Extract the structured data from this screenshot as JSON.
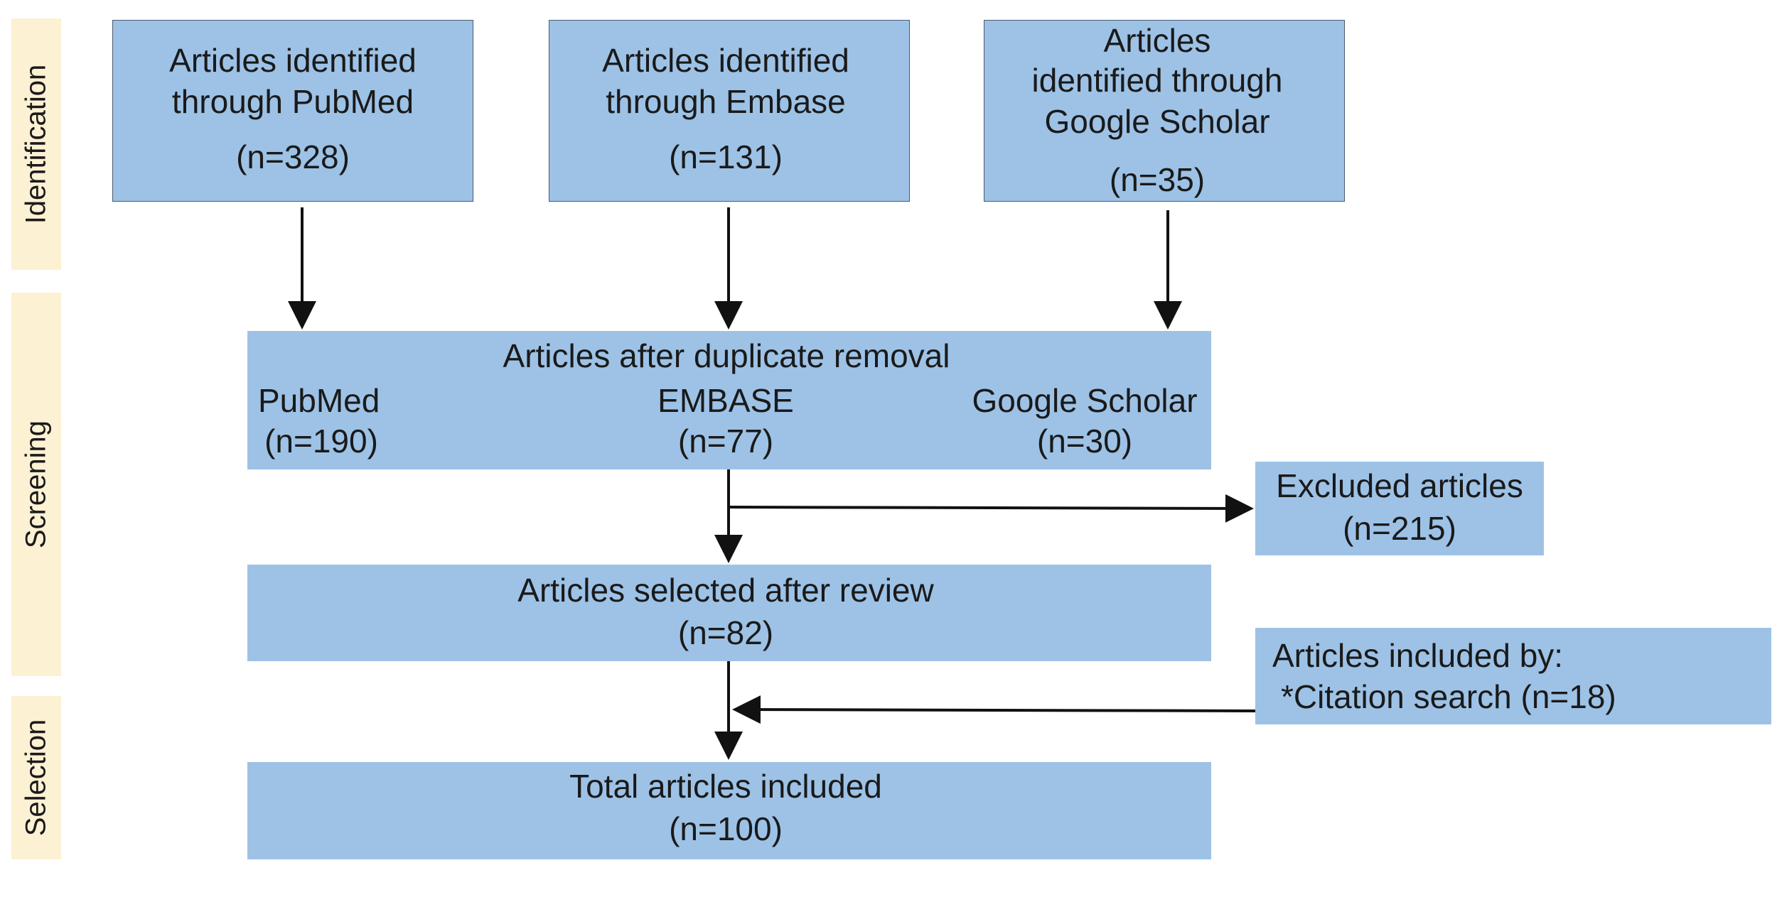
{
  "phases": {
    "identification": "Identification",
    "screening": "Screening",
    "selection": "Selection"
  },
  "sources": {
    "pubmed": {
      "line1": "Articles identified",
      "line2": "through PubMed",
      "count": "(n=328)"
    },
    "embase": {
      "line1": "Articles identified",
      "line2": "through Embase",
      "count": "(n=131)"
    },
    "scholar": {
      "line1": "Articles",
      "line2": "identified through",
      "line3": "Google Scholar",
      "count": "(n=35)"
    }
  },
  "dedup": {
    "title": "Articles after duplicate removal",
    "pubmed_label": "PubMed",
    "pubmed_count": "(n=190)",
    "embase_label": "EMBASE",
    "embase_count": "(n=77)",
    "scholar_label": "Google Scholar",
    "scholar_count": "(n=30)"
  },
  "excluded": {
    "title": "Excluded articles",
    "count": "(n=215)"
  },
  "selected": {
    "title": "Articles selected after review",
    "count": "(n=82)"
  },
  "included_by": {
    "title": "Articles included by:",
    "item": "*Citation search (n=18)"
  },
  "total": {
    "title": "Total articles included",
    "count": "(n=100)"
  },
  "colors": {
    "box": "#9dc2e6",
    "phase_band": "#fdf1d3",
    "arrow": "#111111"
  }
}
